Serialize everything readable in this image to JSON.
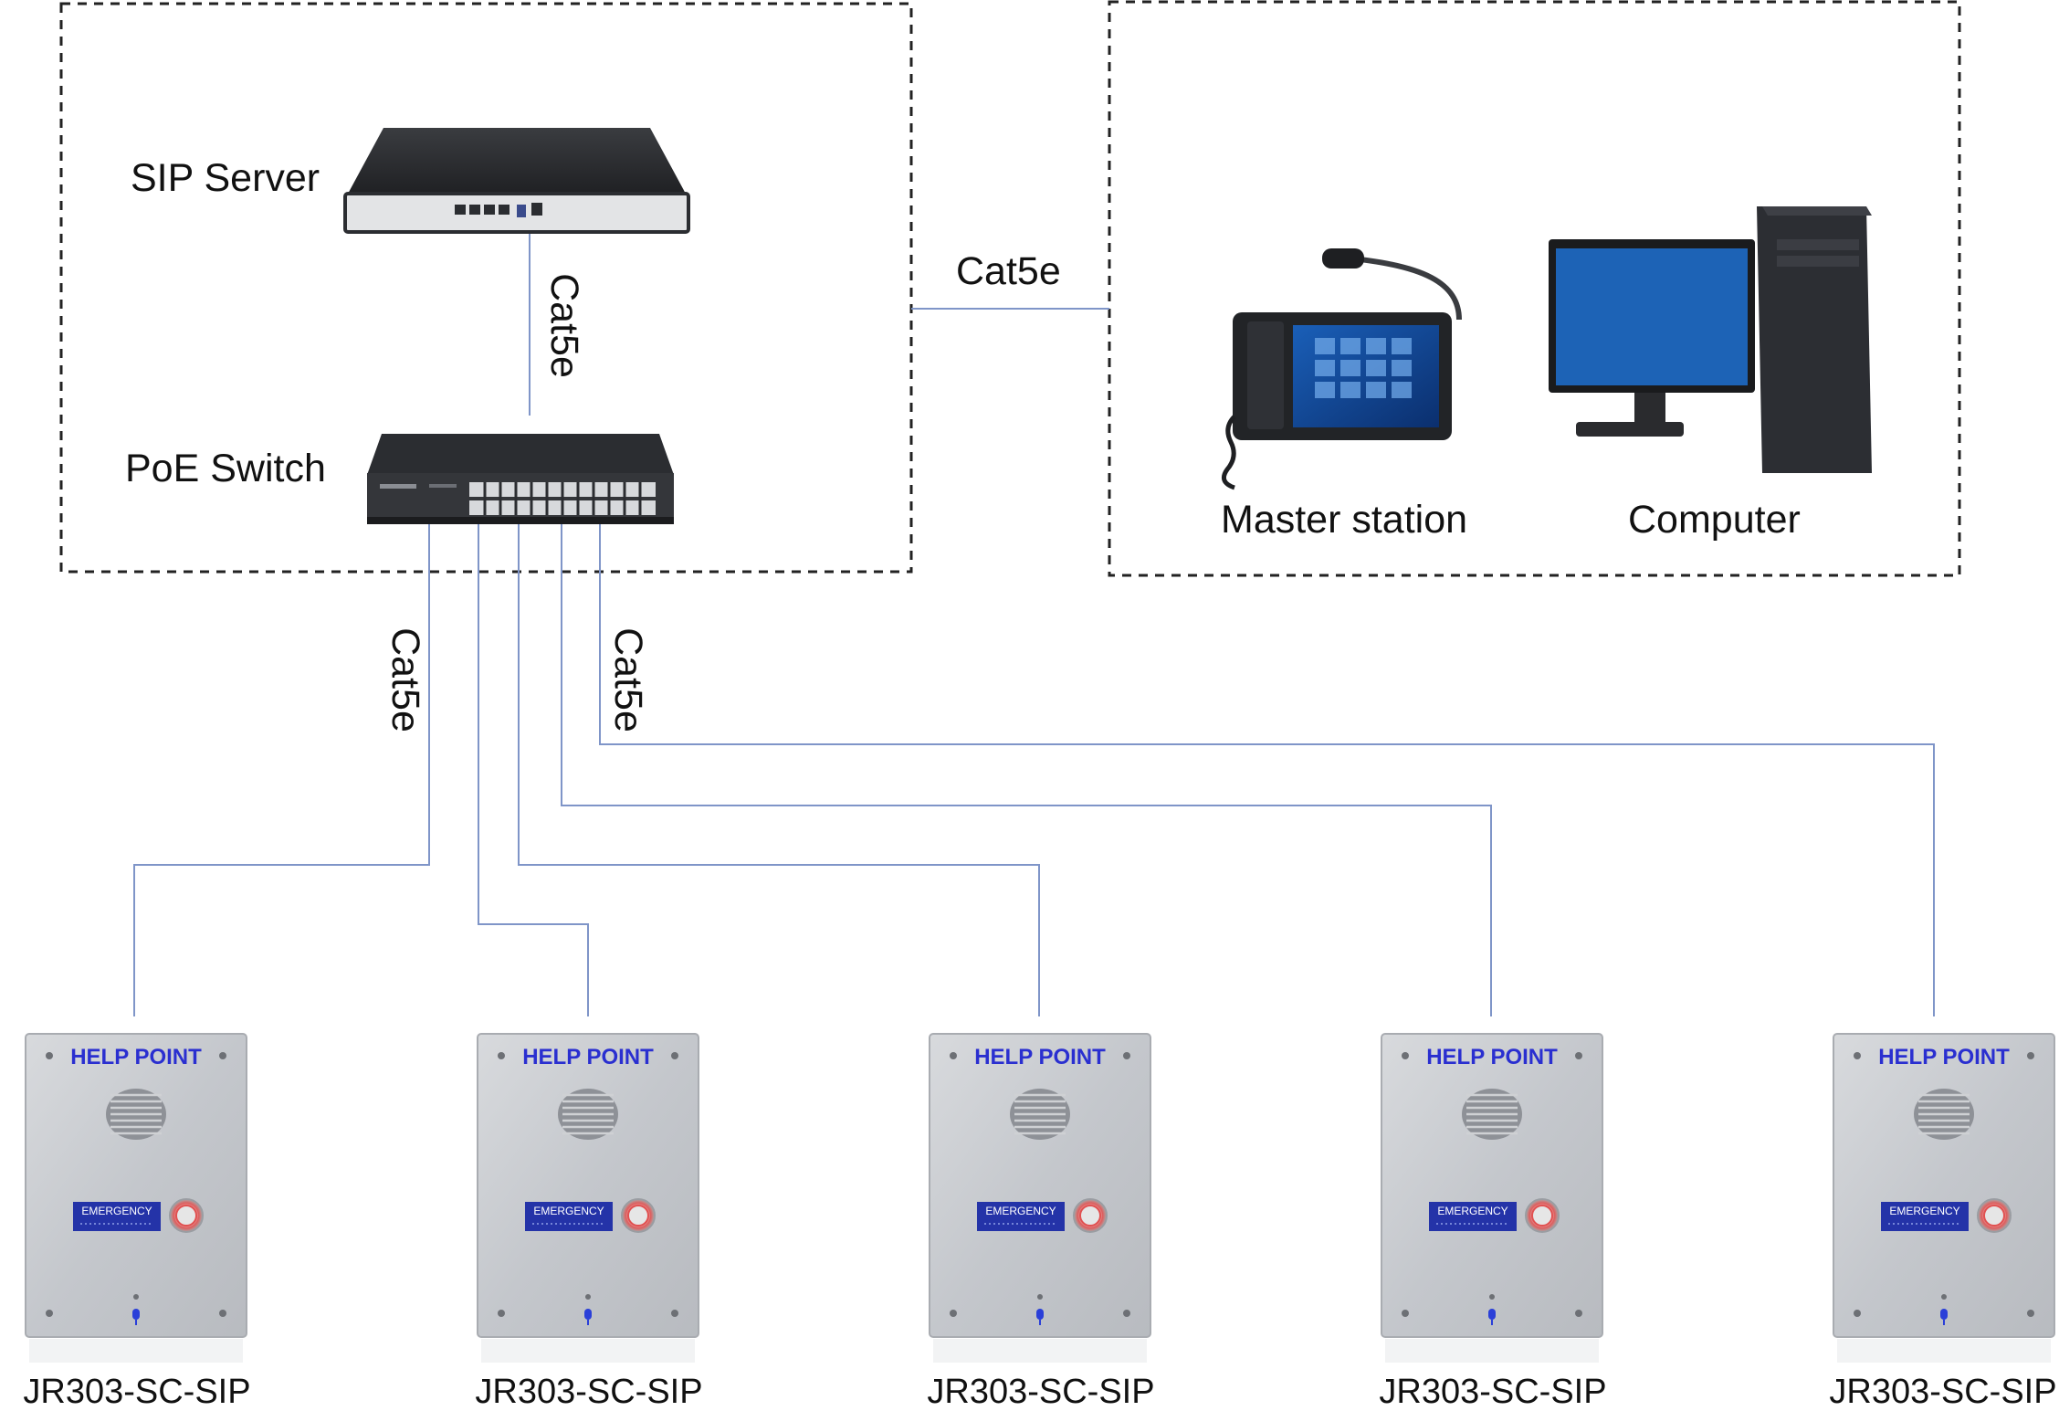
{
  "labels": {
    "sip_server": "SIP Server",
    "poe_switch": "PoE Switch",
    "master_station": "Master station",
    "computer": "Computer",
    "cable_server_switch": "Cat5e",
    "cable_groups": "Cat5e",
    "cable_switch_left": "Cat5e",
    "cable_switch_right": "Cat5e"
  },
  "help_points": [
    {
      "title": "HELP POINT",
      "button": "EMERGENCY",
      "model": "JR303-SC-SIP"
    },
    {
      "title": "HELP POINT",
      "button": "EMERGENCY",
      "model": "JR303-SC-SIP"
    },
    {
      "title": "HELP POINT",
      "button": "EMERGENCY",
      "model": "JR303-SC-SIP"
    },
    {
      "title": "HELP POINT",
      "button": "EMERGENCY",
      "model": "JR303-SC-SIP"
    },
    {
      "title": "HELP POINT",
      "button": "EMERGENCY",
      "model": "JR303-SC-SIP"
    }
  ],
  "colors": {
    "connector": "#7f95c8",
    "help_title": "#2a2fd0",
    "emergency_bg": "#2433a8",
    "panel": "#c9ccd1",
    "device_dark": "#2b2d31"
  }
}
